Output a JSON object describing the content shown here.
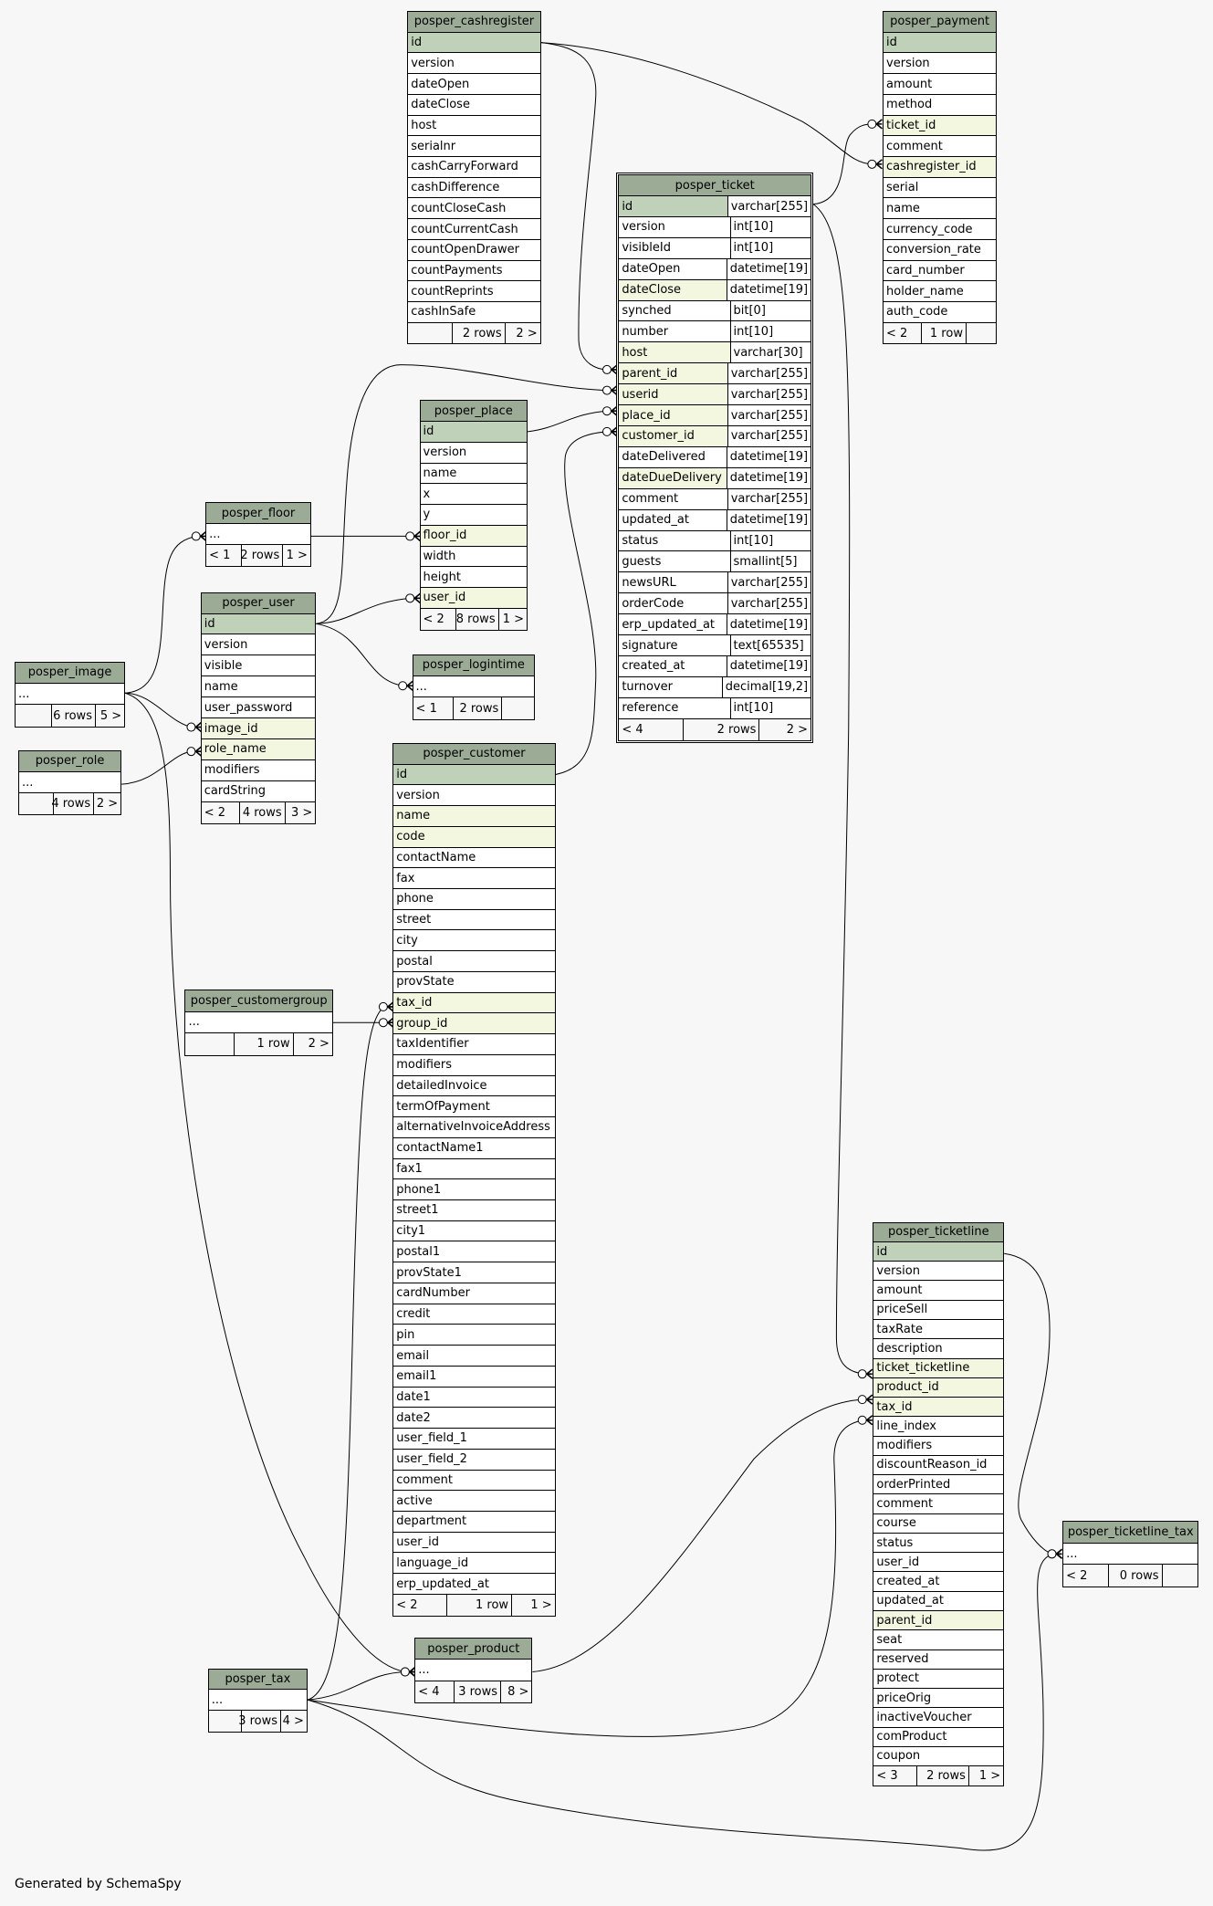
{
  "tables": {
    "cashregister": {
      "name": "posper_cashregister",
      "columns": [
        {
          "name": "id",
          "key": "primary"
        },
        {
          "name": "version"
        },
        {
          "name": "dateOpen"
        },
        {
          "name": "dateClose"
        },
        {
          "name": "host"
        },
        {
          "name": "serialnr"
        },
        {
          "name": "cashCarryForward"
        },
        {
          "name": "cashDifference"
        },
        {
          "name": "countCloseCash"
        },
        {
          "name": "countCurrentCash"
        },
        {
          "name": "countOpenDrawer"
        },
        {
          "name": "countPayments"
        },
        {
          "name": "countReprints"
        },
        {
          "name": "cashInSafe"
        }
      ],
      "footer": [
        "",
        "2 rows",
        "2 >"
      ]
    },
    "payment": {
      "name": "posper_payment",
      "columns": [
        {
          "name": "id",
          "key": "primary"
        },
        {
          "name": "version"
        },
        {
          "name": "amount"
        },
        {
          "name": "method"
        },
        {
          "name": "ticket_id",
          "key": "foreign"
        },
        {
          "name": "comment"
        },
        {
          "name": "cashregister_id",
          "key": "foreign"
        },
        {
          "name": "serial"
        },
        {
          "name": "name"
        },
        {
          "name": "currency_code"
        },
        {
          "name": "conversion_rate"
        },
        {
          "name": "card_number"
        },
        {
          "name": "holder_name"
        },
        {
          "name": "auth_code"
        }
      ],
      "footer": [
        "< 2",
        "1 row",
        ""
      ]
    },
    "ticket": {
      "name": "posper_ticket",
      "columns": [
        {
          "name": "id",
          "type": "varchar[255]",
          "key": "primary"
        },
        {
          "name": "version",
          "type": "int[10]"
        },
        {
          "name": "visibleId",
          "type": "int[10]"
        },
        {
          "name": "dateOpen",
          "type": "datetime[19]"
        },
        {
          "name": "dateClose",
          "type": "datetime[19]",
          "key": "foreign"
        },
        {
          "name": "synched",
          "type": "bit[0]"
        },
        {
          "name": "number",
          "type": "int[10]"
        },
        {
          "name": "host",
          "type": "varchar[30]",
          "key": "foreign"
        },
        {
          "name": "parent_id",
          "type": "varchar[255]",
          "key": "foreign"
        },
        {
          "name": "userid",
          "type": "varchar[255]",
          "key": "foreign"
        },
        {
          "name": "place_id",
          "type": "varchar[255]",
          "key": "foreign"
        },
        {
          "name": "customer_id",
          "type": "varchar[255]",
          "key": "foreign"
        },
        {
          "name": "dateDelivered",
          "type": "datetime[19]"
        },
        {
          "name": "dateDueDelivery",
          "type": "datetime[19]",
          "key": "foreign"
        },
        {
          "name": "comment",
          "type": "varchar[255]"
        },
        {
          "name": "updated_at",
          "type": "datetime[19]"
        },
        {
          "name": "status",
          "type": "int[10]"
        },
        {
          "name": "guests",
          "type": "smallint[5]"
        },
        {
          "name": "newsURL",
          "type": "varchar[255]"
        },
        {
          "name": "orderCode",
          "type": "varchar[255]"
        },
        {
          "name": "erp_updated_at",
          "type": "datetime[19]"
        },
        {
          "name": "signature",
          "type": "text[65535]"
        },
        {
          "name": "created_at",
          "type": "datetime[19]"
        },
        {
          "name": "turnover",
          "type": "decimal[19,2]"
        },
        {
          "name": "reference",
          "type": "int[10]"
        }
      ],
      "footer": [
        "< 4",
        "2 rows",
        "2 >"
      ]
    },
    "place": {
      "name": "posper_place",
      "columns": [
        {
          "name": "id",
          "key": "primary"
        },
        {
          "name": "version"
        },
        {
          "name": "name"
        },
        {
          "name": "x"
        },
        {
          "name": "y"
        },
        {
          "name": "floor_id",
          "key": "foreign"
        },
        {
          "name": "width"
        },
        {
          "name": "height"
        },
        {
          "name": "user_id",
          "key": "foreign"
        }
      ],
      "footer": [
        "< 2",
        "8 rows",
        "1 >"
      ]
    },
    "floor": {
      "name": "posper_floor",
      "columns": [
        {
          "name": "..."
        }
      ],
      "footer": [
        "< 1",
        "2 rows",
        "1 >"
      ]
    },
    "user": {
      "name": "posper_user",
      "columns": [
        {
          "name": "id",
          "key": "primary"
        },
        {
          "name": "version"
        },
        {
          "name": "visible"
        },
        {
          "name": "name"
        },
        {
          "name": "user_password"
        },
        {
          "name": "image_id",
          "key": "foreign"
        },
        {
          "name": "role_name",
          "key": "foreign"
        },
        {
          "name": "modifiers"
        },
        {
          "name": "cardString"
        }
      ],
      "footer": [
        "< 2",
        "4 rows",
        "3 >"
      ]
    },
    "logintime": {
      "name": "posper_logintime",
      "columns": [
        {
          "name": "..."
        }
      ],
      "footer": [
        "< 1",
        "2 rows",
        ""
      ]
    },
    "image": {
      "name": "posper_image",
      "columns": [
        {
          "name": "..."
        }
      ],
      "footer": [
        "",
        "6 rows",
        "5 >"
      ]
    },
    "role": {
      "name": "posper_role",
      "columns": [
        {
          "name": "..."
        }
      ],
      "footer": [
        "",
        "4 rows",
        "2 >"
      ]
    },
    "customer": {
      "name": "posper_customer",
      "columns": [
        {
          "name": "id",
          "key": "primary"
        },
        {
          "name": "version"
        },
        {
          "name": "name",
          "key": "foreign"
        },
        {
          "name": "code",
          "key": "foreign"
        },
        {
          "name": "contactName"
        },
        {
          "name": "fax"
        },
        {
          "name": "phone"
        },
        {
          "name": "street"
        },
        {
          "name": "city"
        },
        {
          "name": "postal"
        },
        {
          "name": "provState"
        },
        {
          "name": "tax_id",
          "key": "foreign"
        },
        {
          "name": "group_id",
          "key": "foreign"
        },
        {
          "name": "taxIdentifier"
        },
        {
          "name": "modifiers"
        },
        {
          "name": "detailedInvoice"
        },
        {
          "name": "termOfPayment"
        },
        {
          "name": "alternativeInvoiceAddress"
        },
        {
          "name": "contactName1"
        },
        {
          "name": "fax1"
        },
        {
          "name": "phone1"
        },
        {
          "name": "street1"
        },
        {
          "name": "city1"
        },
        {
          "name": "postal1"
        },
        {
          "name": "provState1"
        },
        {
          "name": "cardNumber"
        },
        {
          "name": "credit"
        },
        {
          "name": "pin"
        },
        {
          "name": "email"
        },
        {
          "name": "email1"
        },
        {
          "name": "date1"
        },
        {
          "name": "date2"
        },
        {
          "name": "user_field_1"
        },
        {
          "name": "user_field_2"
        },
        {
          "name": "comment"
        },
        {
          "name": "active"
        },
        {
          "name": "department"
        },
        {
          "name": "user_id"
        },
        {
          "name": "language_id"
        },
        {
          "name": "erp_updated_at"
        }
      ],
      "footer": [
        "< 2",
        "1 row",
        "1 >"
      ]
    },
    "customergroup": {
      "name": "posper_customergroup",
      "columns": [
        {
          "name": "..."
        }
      ],
      "footer": [
        "",
        "1 row",
        "2 >"
      ]
    },
    "ticketline": {
      "name": "posper_ticketline",
      "columns": [
        {
          "name": "id",
          "key": "primary"
        },
        {
          "name": "version"
        },
        {
          "name": "amount"
        },
        {
          "name": "priceSell"
        },
        {
          "name": "taxRate"
        },
        {
          "name": "description"
        },
        {
          "name": "ticket_ticketline",
          "key": "foreign"
        },
        {
          "name": "product_id",
          "key": "foreign"
        },
        {
          "name": "tax_id",
          "key": "foreign"
        },
        {
          "name": "line_index"
        },
        {
          "name": "modifiers"
        },
        {
          "name": "discountReason_id"
        },
        {
          "name": "orderPrinted"
        },
        {
          "name": "comment"
        },
        {
          "name": "course"
        },
        {
          "name": "status"
        },
        {
          "name": "user_id"
        },
        {
          "name": "created_at"
        },
        {
          "name": "updated_at"
        },
        {
          "name": "parent_id",
          "key": "foreign"
        },
        {
          "name": "seat"
        },
        {
          "name": "reserved"
        },
        {
          "name": "protect"
        },
        {
          "name": "priceOrig"
        },
        {
          "name": "inactiveVoucher"
        },
        {
          "name": "comProduct"
        },
        {
          "name": "coupon"
        }
      ],
      "footer": [
        "< 3",
        "2 rows",
        "1 >"
      ]
    },
    "ticketline_tax": {
      "name": "posper_ticketline_tax",
      "columns": [
        {
          "name": "..."
        }
      ],
      "footer": [
        "< 2",
        "0 rows",
        ""
      ]
    },
    "tax": {
      "name": "posper_tax",
      "columns": [
        {
          "name": "..."
        }
      ],
      "footer": [
        "",
        "3 rows",
        "4 >"
      ]
    },
    "product": {
      "name": "posper_product",
      "columns": [
        {
          "name": "..."
        }
      ],
      "footer": [
        "< 4",
        "3 rows",
        "8 >"
      ]
    }
  },
  "footer_note": "Generated by SchemaSpy"
}
